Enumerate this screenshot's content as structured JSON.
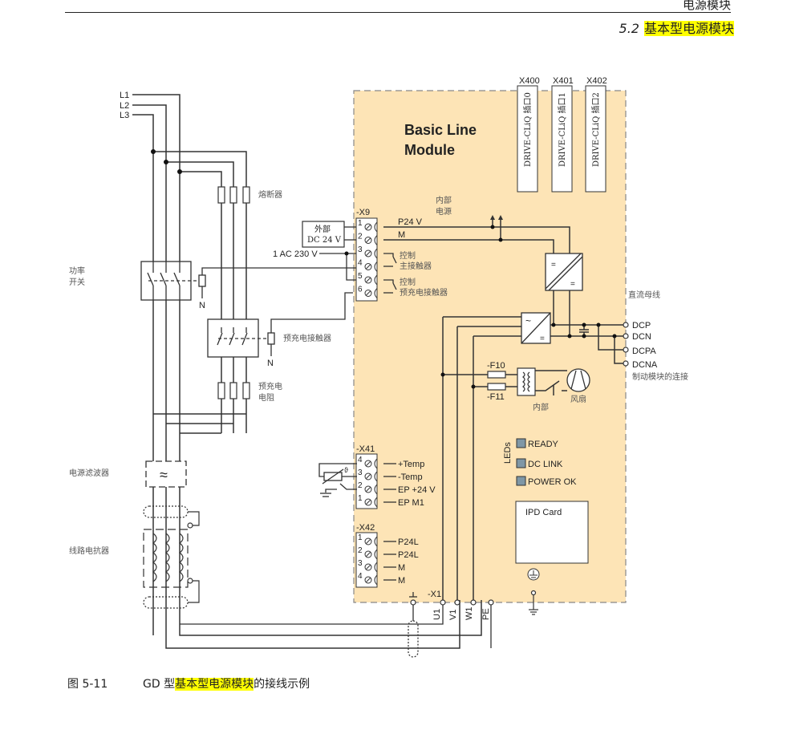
{
  "header": {
    "chapter_title": "电源模块",
    "section_number": "5.2",
    "section_title": "基本型电源模块"
  },
  "figure": {
    "number": "图 5-11",
    "caption_prefix": "GD 型",
    "caption_highlight": "基本型电源模块",
    "caption_suffix": "的接线示例"
  },
  "diagram": {
    "module_title_line1": "Basic Line",
    "module_title_line2": "Module",
    "mains": [
      "L1",
      "L2",
      "L3"
    ],
    "labels": {
      "fuse": "熔断器",
      "power_switch_1": "功率",
      "power_switch_2": "开关",
      "precharge_contactor": "预充电接触器",
      "precharge_resistor_1": "预充电",
      "precharge_resistor_2": "电阻",
      "line_filter": "电源滤波器",
      "line_reactor": "线路电抗器",
      "neutral": "N",
      "internal_supply_1": "内部",
      "internal_supply_2": "电源",
      "external_1": "外部",
      "external_2": "DC 24 V",
      "ac_supply": "1 AC 230 V",
      "dc_bus": "直流母线",
      "braking_module": "制动模块的连接",
      "internal": "内部",
      "fan": "风扇",
      "leds_title": "LEDs",
      "ipd_card": "IPD Card",
      "x1": "-X1",
      "fuse_f10": "-F10",
      "fuse_f11": "-F11"
    },
    "drive_cliq": [
      {
        "id": "X400",
        "label": "DRIVE-CLiQ 插口0"
      },
      {
        "id": "X401",
        "label": "DRIVE-CLiQ 插口1"
      },
      {
        "id": "X402",
        "label": "DRIVE-CLiQ 插口2"
      }
    ],
    "x9": {
      "name": "-X9",
      "terminals": [
        "1",
        "2",
        "3",
        "4",
        "5",
        "6"
      ],
      "signals": [
        "P24 V",
        "M"
      ],
      "control_main_1": "控制",
      "control_main_2": "主接触器",
      "control_pre_1": "控制",
      "control_pre_2": "预充电接触器"
    },
    "x41": {
      "name": "-X41",
      "terminals": [
        "4",
        "3",
        "2",
        "1"
      ],
      "signals": [
        "+Temp",
        "-Temp",
        "EP +24 V",
        "EP M1"
      ]
    },
    "x42": {
      "name": "-X42",
      "terminals": [
        "1",
        "2",
        "3",
        "4"
      ],
      "signals": [
        "P24L",
        "P24L",
        "M",
        "M"
      ]
    },
    "dc_terminals": [
      "DCP",
      "DCN",
      "DCPA",
      "DCNA"
    ],
    "leds": [
      "READY",
      "DC LINK",
      "POWER OK"
    ],
    "power_terminals": [
      "U1",
      "V1",
      "W1",
      "PE"
    ],
    "colors": {
      "module_fill": "#fde4b6",
      "led_fill": "#7f97a6",
      "highlight": "#ffff00",
      "wire": "#333333"
    }
  }
}
